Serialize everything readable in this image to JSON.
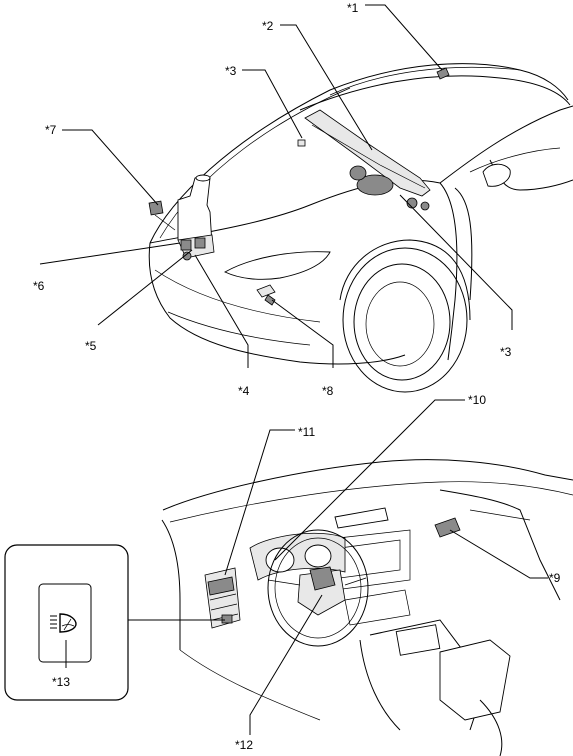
{
  "callouts": [
    {
      "id": "1",
      "text": "*1"
    },
    {
      "id": "2",
      "text": "*2"
    },
    {
      "id": "3a",
      "text": "*3"
    },
    {
      "id": "3b",
      "text": "*3"
    },
    {
      "id": "4",
      "text": "*4"
    },
    {
      "id": "5",
      "text": "*5"
    },
    {
      "id": "6",
      "text": "*6"
    },
    {
      "id": "7",
      "text": "*7"
    },
    {
      "id": "8",
      "text": "*8"
    },
    {
      "id": "9",
      "text": "*9"
    },
    {
      "id": "10",
      "text": "*10"
    },
    {
      "id": "11",
      "text": "*11"
    },
    {
      "id": "12",
      "text": "*12"
    },
    {
      "id": "13",
      "text": "*13"
    }
  ],
  "icons": {
    "switch_symbol": "headlight-cleaner-switch-icon"
  }
}
